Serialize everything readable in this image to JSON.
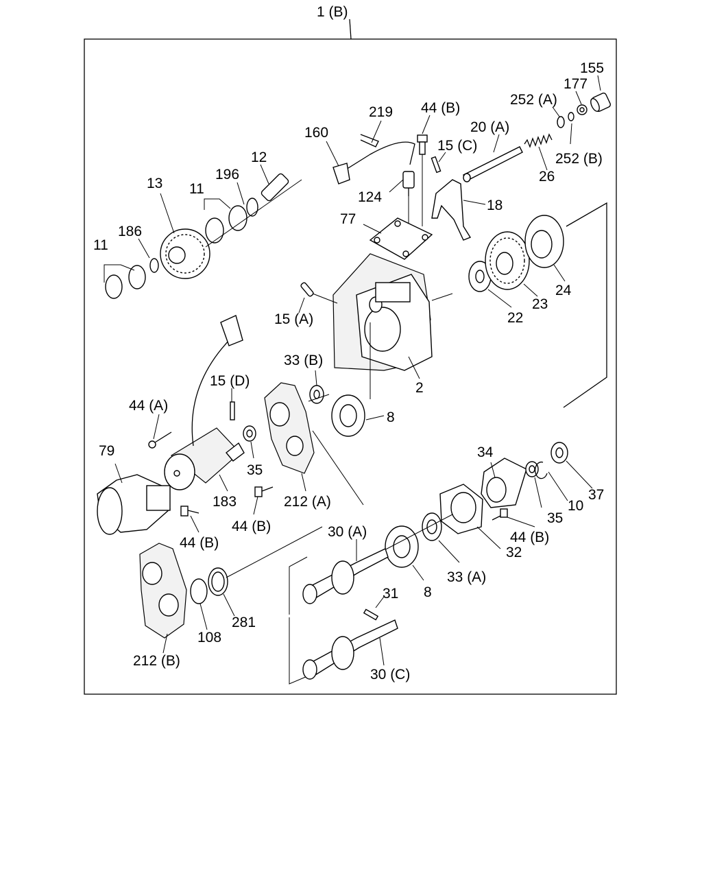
{
  "diagram": {
    "assembly_label": "1 (B)",
    "callouts": {
      "c155": "155",
      "c177": "177",
      "c252a": "252 (A)",
      "c252b": "252 (B)",
      "c44b_top": "44 (B)",
      "c20a": "20 (A)",
      "c15c": "15 (C)",
      "c26": "26",
      "c219": "219",
      "c160": "160",
      "c124": "124",
      "c18": "18",
      "c12": "12",
      "c196": "196",
      "c13": "13",
      "c11_top": "11",
      "c186": "186",
      "c11_left": "11",
      "c77": "77",
      "c24": "24",
      "c23": "23",
      "c22": "22",
      "c15a": "15 (A)",
      "c33b": "33 (B)",
      "c2": "2",
      "c15d": "15 (D)",
      "c44a": "44 (A)",
      "c8_top": "8",
      "c79": "79",
      "c35_mid": "35",
      "c183": "183",
      "c212a": "212 (A)",
      "c44b_mid": "44 (B)",
      "c44b_low": "44 (B)",
      "c34": "34",
      "c35_right": "35",
      "c10": "10",
      "c37": "37",
      "c44b_right": "44 (B)",
      "c30a": "30 (A)",
      "c32": "32",
      "c33a": "33 (A)",
      "c8_low": "8",
      "c31": "31",
      "c281": "281",
      "c108": "108",
      "c212b": "212 (B)",
      "c30c": "30 (C)"
    }
  }
}
